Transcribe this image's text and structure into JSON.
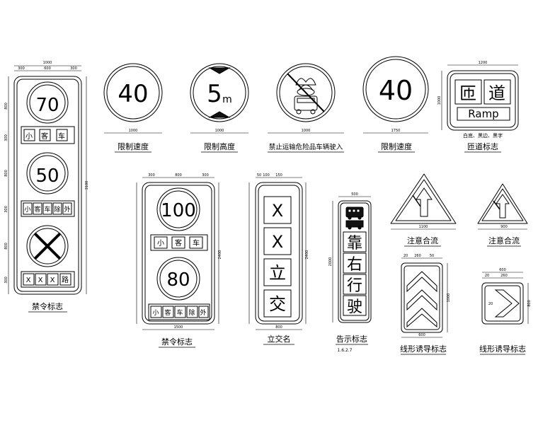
{
  "sheet": {
    "signs": [
      {
        "caption": "禁令标志",
        "dims_top": [
          "1000",
          "300",
          "600",
          "300"
        ],
        "dims_side": [
          "800",
          "300",
          "800",
          "300",
          "800",
          "300",
          "3100"
        ],
        "speed_top": "70",
        "plate_top": [
          "小",
          "客",
          "车"
        ],
        "speed_mid": "50",
        "plate_mid": [
          "小",
          "客",
          "车",
          "除",
          "外"
        ],
        "plate_bottom": [
          "X",
          "X",
          "X",
          "路"
        ]
      },
      {
        "caption": "限制速度",
        "value": "40",
        "dim_bottom": "1000"
      },
      {
        "caption": "限制高度",
        "value": "5",
        "unit": "m",
        "dim_bottom": "1000"
      },
      {
        "caption": "禁止运输危险品车辆驶入",
        "dim_bottom": "1000"
      },
      {
        "caption": "限制速度",
        "value": "40",
        "dim_bottom": "1750"
      },
      {
        "caption": "匝道标志",
        "title_left": "匝",
        "title_right": "道",
        "english": "Ramp",
        "note": "白底、黑边、黑字",
        "dim_top": "1200",
        "dim_side": "1000"
      },
      {
        "caption": "禁令标志",
        "dims_top": [
          "300",
          "800",
          "300"
        ],
        "dim_bottom": "1500",
        "dim_side": "2400",
        "speed_top": "100",
        "plate_top": [
          "小",
          "客",
          "车"
        ],
        "speed_bottom": "80",
        "plate_bottom": [
          "小",
          "客",
          "车",
          "除",
          "外"
        ]
      },
      {
        "caption": "立交名",
        "cells": [
          "X",
          "X",
          "立",
          "交"
        ],
        "dims_top": [
          "50",
          "100",
          "150"
        ],
        "dim_bottom": "800",
        "dim_side": "2400"
      },
      {
        "caption": "告示标志",
        "note": "1.6.2.7",
        "chars": [
          "靠",
          "右",
          "行",
          "驶"
        ],
        "dim_top": "500",
        "dim_side": "2000"
      },
      {
        "caption": "注意合流",
        "dim_bottom": "1100"
      },
      {
        "caption": "注意合流",
        "dim_bottom": "900"
      },
      {
        "caption": "线形诱导标志",
        "dims_top": [
          "20",
          "260",
          "50"
        ],
        "dim_bottom": "600",
        "dim_side": "1000"
      },
      {
        "caption": "线形诱导标志",
        "dims_top": [
          "600",
          "20",
          "260"
        ],
        "dim_side": "800",
        "dim_inner": "20"
      }
    ]
  },
  "colors": {
    "ink": "#000000",
    "paper": "#ffffff",
    "fill_dark": "#111111"
  }
}
